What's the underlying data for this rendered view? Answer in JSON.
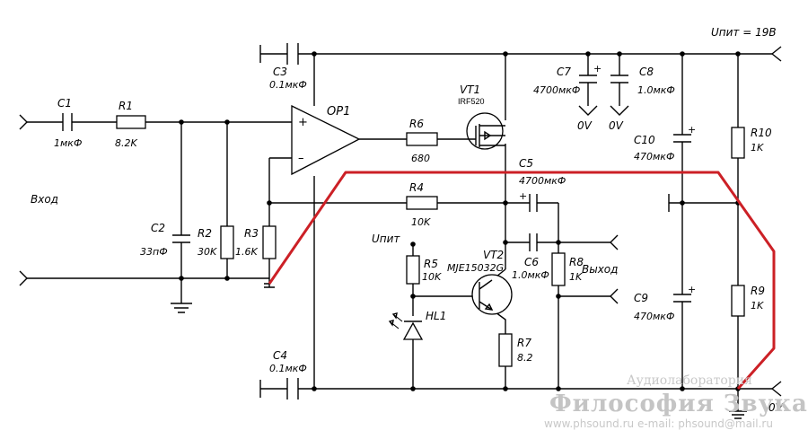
{
  "labels": {
    "supply": "Uпит = 19В",
    "input": "Вход",
    "output": "Выход",
    "op1": "OP1",
    "upit": "Uпит",
    "zero_v": "0V",
    "plus": "+",
    "minus": "–"
  },
  "components": {
    "C1": {
      "ref": "C1",
      "value": "1мкФ"
    },
    "R1": {
      "ref": "R1",
      "value": "8.2K"
    },
    "C2": {
      "ref": "C2",
      "value": "33пФ"
    },
    "R2": {
      "ref": "R2",
      "value": "30K"
    },
    "R3": {
      "ref": "R3",
      "value": "1.6K"
    },
    "C3": {
      "ref": "C3",
      "value": "0.1мкФ"
    },
    "C4": {
      "ref": "C4",
      "value": "0.1мкФ"
    },
    "R6": {
      "ref": "R6",
      "value": "680"
    },
    "R4": {
      "ref": "R4",
      "value": "10K"
    },
    "VT1": {
      "ref": "VT1",
      "value": "IRF520"
    },
    "VT2": {
      "ref": "VT2",
      "value": "MJE15032G"
    },
    "R5": {
      "ref": "R5",
      "value": "10K"
    },
    "HL1": {
      "ref": "HL1"
    },
    "R7": {
      "ref": "R7",
      "value": "8.2"
    },
    "C5": {
      "ref": "C5",
      "value": "4700мкФ"
    },
    "C6": {
      "ref": "C6",
      "value": "1.0мкФ"
    },
    "R8": {
      "ref": "R8",
      "value": "1K"
    },
    "C7": {
      "ref": "C7",
      "value": "4700мкФ"
    },
    "C8": {
      "ref": "C8",
      "value": "1.0мкФ"
    },
    "C10": {
      "ref": "C10",
      "value": "470мкФ"
    },
    "C9": {
      "ref": "C9",
      "value": "470мкФ"
    },
    "R10": {
      "ref": "R10",
      "value": "1K"
    },
    "R9": {
      "ref": "R9",
      "value": "1K"
    }
  },
  "watermark": {
    "line1": "Аудиолаборатория",
    "line2": "Философия Звука",
    "line3": "www.phsound.ru   e-mail: phsound@mail.ru"
  },
  "colors": {
    "wire": "#000000",
    "highlight_path": "#cc2026",
    "watermark": "#c4c4c4"
  }
}
